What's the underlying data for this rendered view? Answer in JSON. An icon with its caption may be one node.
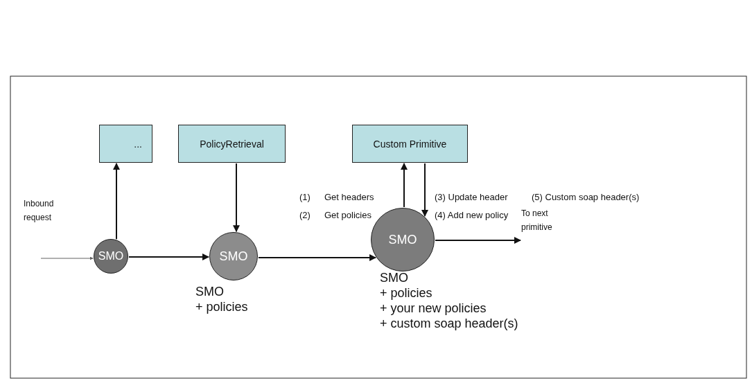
{
  "diagram": {
    "nodes": [
      {
        "text": [
          "..."
        ]
      },
      {
        "text": [
          "PolicyRetrieval"
        ]
      },
      {
        "text": [
          "Custom Primitive"
        ]
      },
      {
        "text": [
          "Inbound request"
        ]
      },
      {
        "text": [
          "SMO"
        ]
      },
      {
        "text": [
          "SMO"
        ],
        "beside": [
          "SMO + policies"
        ]
      },
      {
        "text": [
          "SMO"
        ],
        "beside": [
          "SMO + policies + your new policies + custom soap header(s)"
        ]
      },
      {
        "text": [
          "To next primitive"
        ]
      }
    ],
    "edges": [
      {
        "from": 3,
        "to": 4,
        "arrow": "to",
        "color": "#606060"
      },
      {
        "from": 4,
        "to": 0,
        "arrow": "to"
      },
      {
        "from": 4,
        "to": 5,
        "arrow": "to"
      },
      {
        "from": 1,
        "to": 5,
        "arrow": "to"
      },
      {
        "from": 5,
        "to": 6,
        "arrow": "to"
      },
      {
        "from": 6,
        "to": 2,
        "arrow": "to"
      },
      {
        "from": 2,
        "to": 6,
        "arrow": "to"
      },
      {
        "from": 6,
        "to": 7,
        "arrow": "to"
      }
    ],
    "labels": [
      "(1)",
      "Get headers",
      "(3) Update header",
      "(5) Custom soap header(s)",
      "(2)",
      "Get policies",
      "(4) Add new policy"
    ]
  }
}
